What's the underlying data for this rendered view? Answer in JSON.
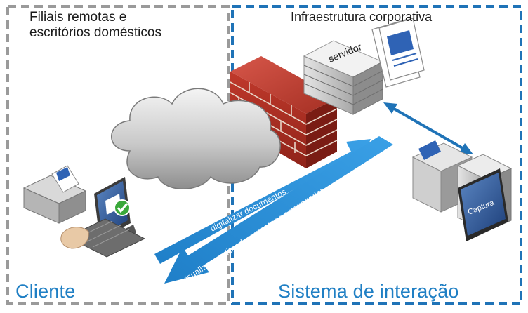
{
  "zones": {
    "left_title_line1": "Filiais remotas e",
    "left_title_line2": "escritórios domésticos",
    "right_title": "Infraestrutura corporativa",
    "left_label": "Cliente",
    "right_label": "Sistema de interação"
  },
  "labels": {
    "server": "servidor",
    "capture": "Captura",
    "arrow_scan": "digitalizar documentos",
    "arrow_view": "visualizar e editar documentos no navegador"
  },
  "colors": {
    "left_border": "#9a9a9a",
    "right_border": "#1f73b7",
    "arrow_blue": "#2b8fd6",
    "label_blue": "#1f7fc4",
    "brick_red": "#b73a2c"
  },
  "icons": [
    "cloud-icon",
    "firewall-icon",
    "server-icon",
    "document-icon",
    "client-workstation-icon",
    "printer-icon",
    "checkmark-icon",
    "capture-station-icon"
  ]
}
